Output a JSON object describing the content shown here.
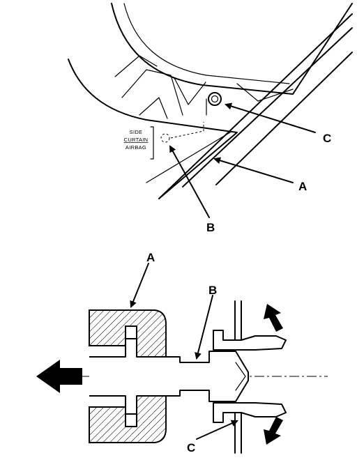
{
  "top_diagram": {
    "labels": {
      "a": "A",
      "b": "B",
      "c": "C"
    },
    "airbag_text": [
      "SIDE",
      "CURTAIN",
      "AIRBAG"
    ]
  },
  "bottom_diagram": {
    "labels": {
      "a": "A",
      "b": "B",
      "c": "C"
    }
  }
}
